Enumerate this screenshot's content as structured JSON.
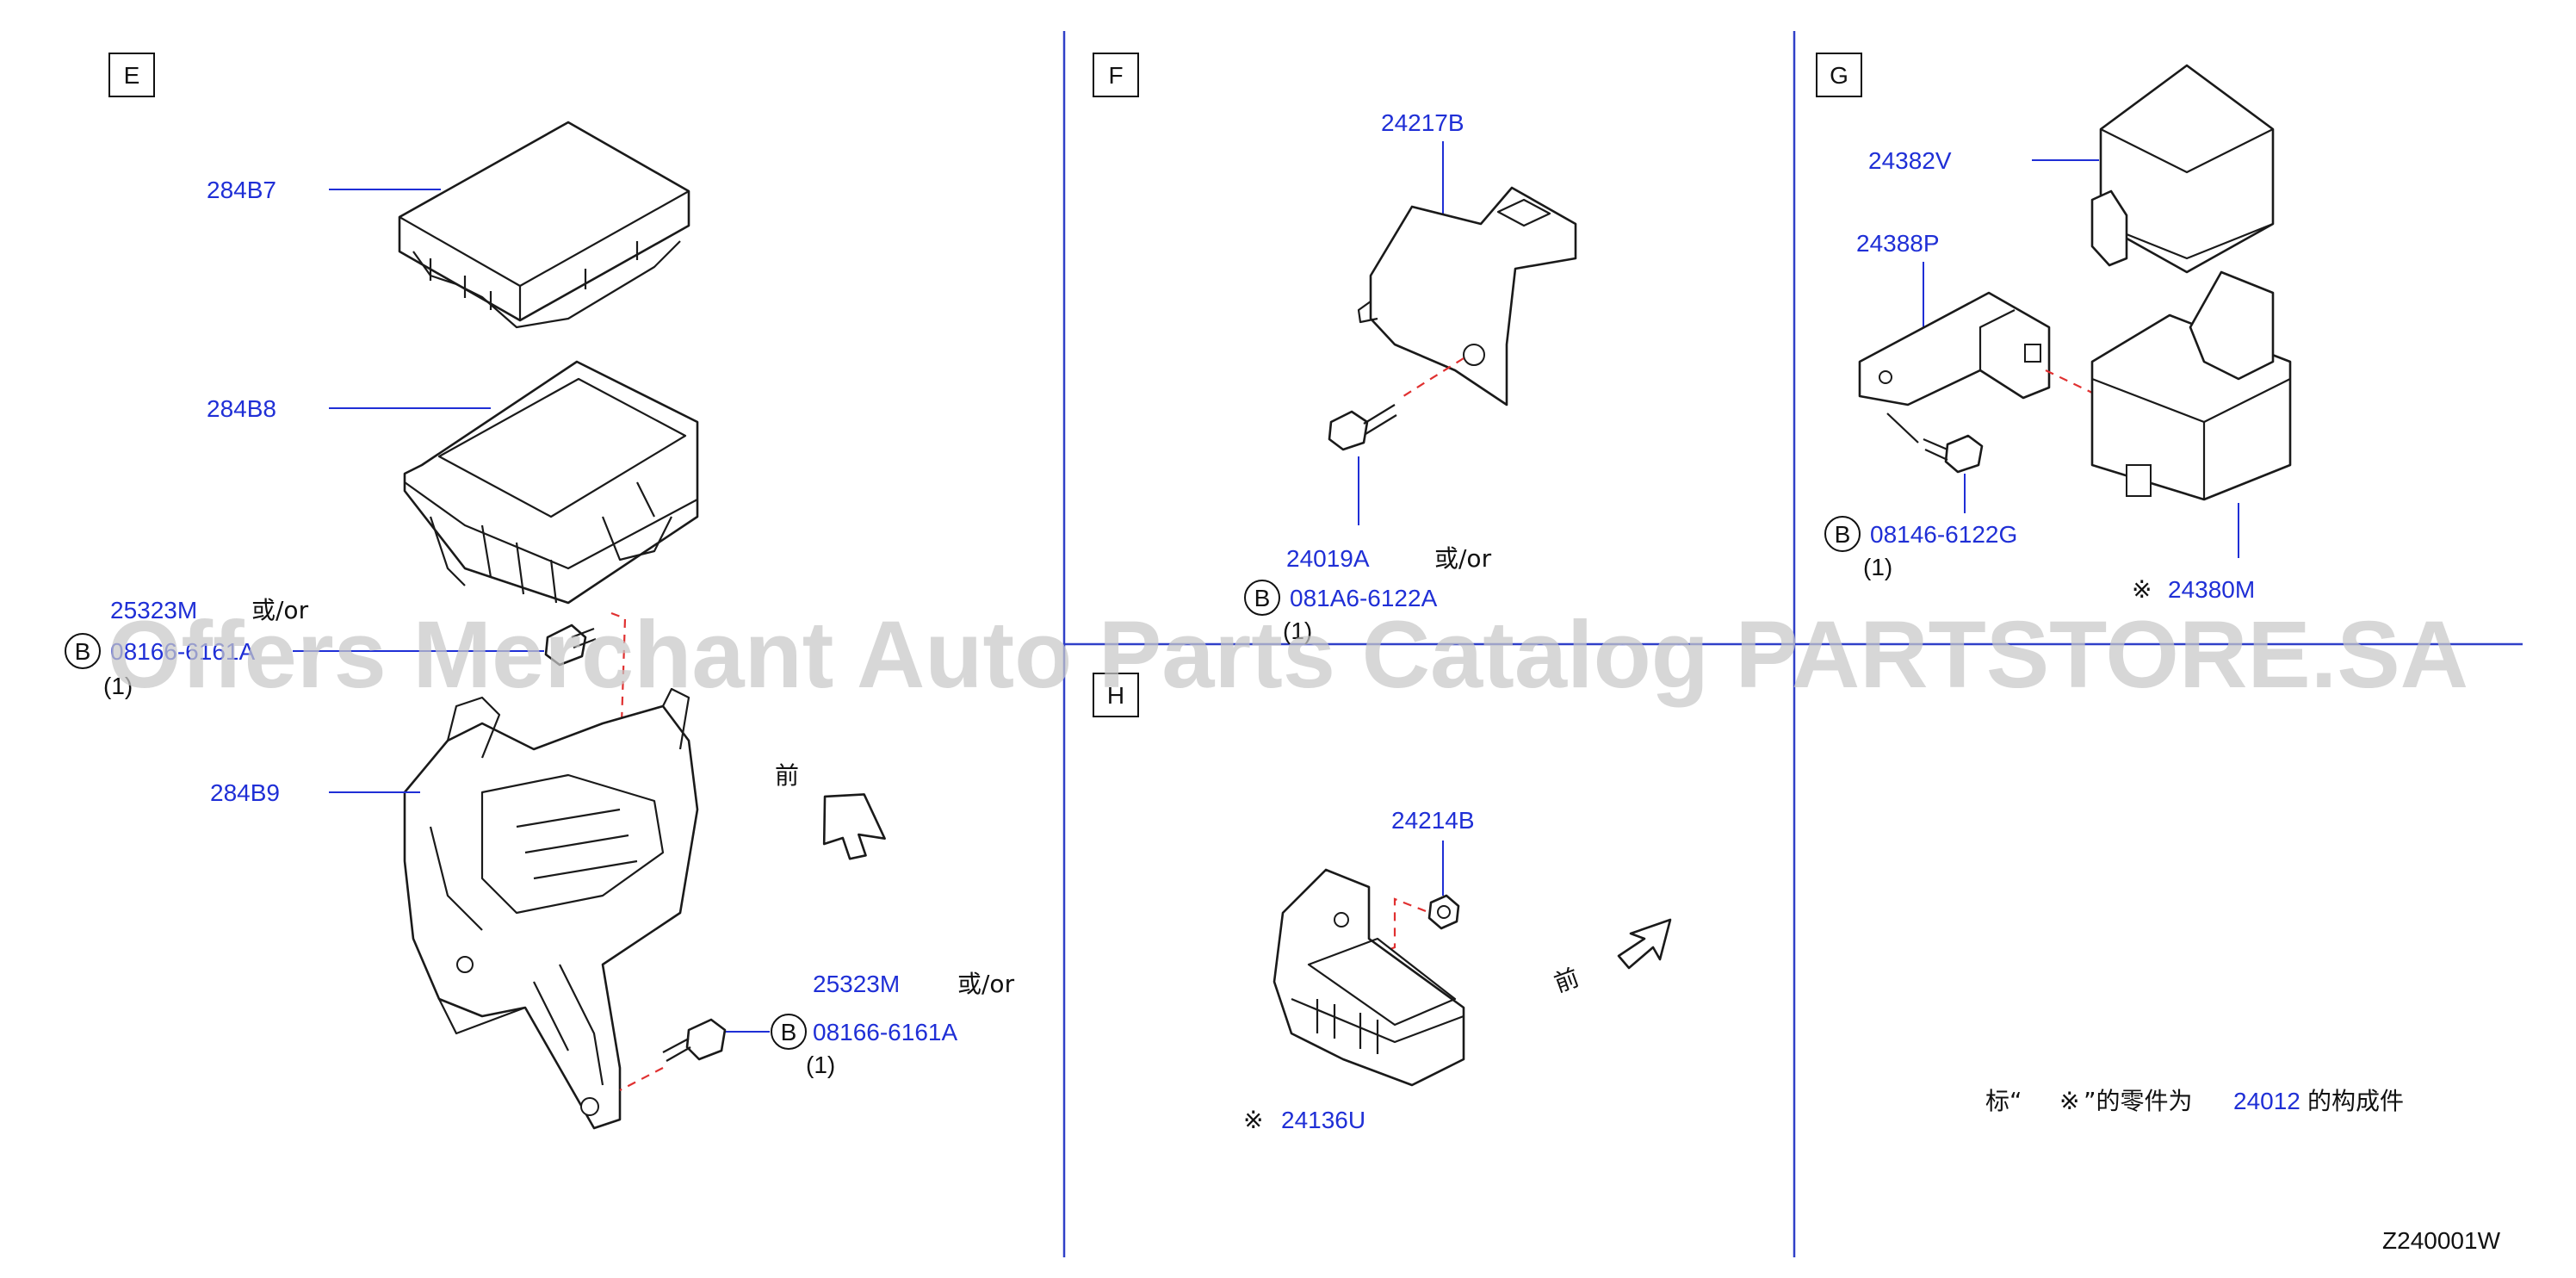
{
  "sections": {
    "E": "E",
    "F": "F",
    "G": "G",
    "H": "H"
  },
  "parts": {
    "e_284B7": "284B7",
    "e_284B8": "284B8",
    "e_25323M_top": "25323M",
    "e_or_top": "或/or",
    "e_b_top": "B",
    "e_bolt_top": "08166-6161A",
    "e_qty_top": "(1)",
    "e_284B9": "284B9",
    "e_front": "前",
    "e_25323M_bot": "25323M",
    "e_or_bot": "或/or",
    "e_b_bot": "B",
    "e_bolt_bot": "08166-6161A",
    "e_qty_bot": "(1)",
    "f_24217B": "24217B",
    "f_24019A": "24019A",
    "f_or": "或/or",
    "f_b": "B",
    "f_bolt": "081A6-6122A",
    "f_qty": "(1)",
    "g_24382V": "24382V",
    "g_24388P": "24388P",
    "g_b": "B",
    "g_bolt": "08146-6122G",
    "g_qty": "(1)",
    "g_mark": "※",
    "g_24380M": "24380M",
    "h_24214B": "24214B",
    "h_mark": "※",
    "h_24136U": "24136U",
    "h_front": "前"
  },
  "note": {
    "prefix": "标“",
    "mark": "※",
    "middle": "”的零件为",
    "part": "24012",
    "suffix": "的构成件"
  },
  "diagram_id": "Z240001W",
  "watermark": "Offers Merchant Auto Parts Catalog PARTSTORE.SA"
}
